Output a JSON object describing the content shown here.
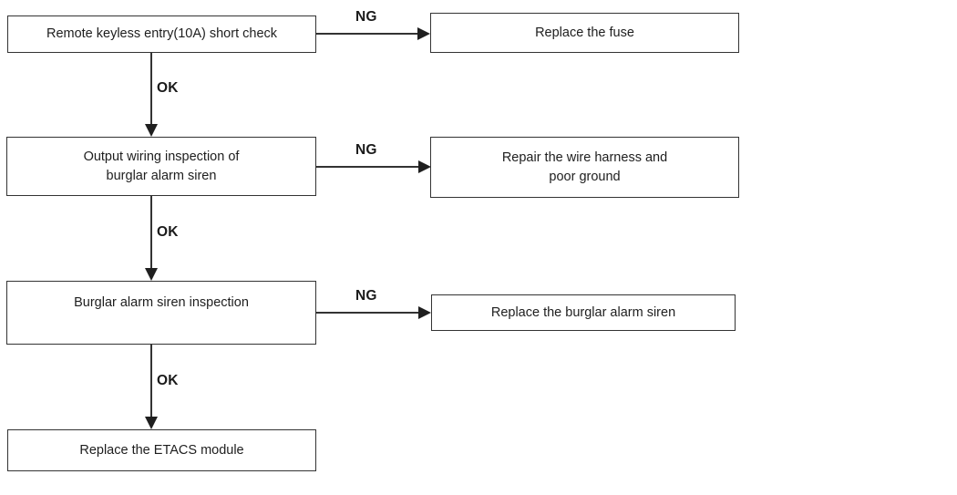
{
  "flowchart": {
    "colors": {
      "background": "#ffffff",
      "line": "#333333",
      "text": "#1e1e1e"
    },
    "nodes": {
      "check_fuse": {
        "text": "Remote keyless entry(10A) short check"
      },
      "replace_fuse": {
        "text": "Replace the fuse"
      },
      "inspect_wiring": {
        "line1": "Output wiring inspection of",
        "line2": "burglar alarm siren"
      },
      "repair_harness": {
        "line1": "Repair the wire harness and",
        "line2": "poor ground"
      },
      "inspect_siren": {
        "text": "Burglar alarm siren inspection"
      },
      "replace_siren": {
        "text": "Replace the burglar alarm siren"
      },
      "replace_etacs": {
        "text": "Replace the ETACS module"
      }
    },
    "edges": [
      {
        "from": "check_fuse",
        "to": "replace_fuse",
        "label": "NG"
      },
      {
        "from": "check_fuse",
        "to": "inspect_wiring",
        "label": "OK"
      },
      {
        "from": "inspect_wiring",
        "to": "repair_harness",
        "label": "NG"
      },
      {
        "from": "inspect_wiring",
        "to": "inspect_siren",
        "label": "OK"
      },
      {
        "from": "inspect_siren",
        "to": "replace_siren",
        "label": "NG"
      },
      {
        "from": "inspect_siren",
        "to": "replace_etacs",
        "label": "OK"
      }
    ]
  }
}
